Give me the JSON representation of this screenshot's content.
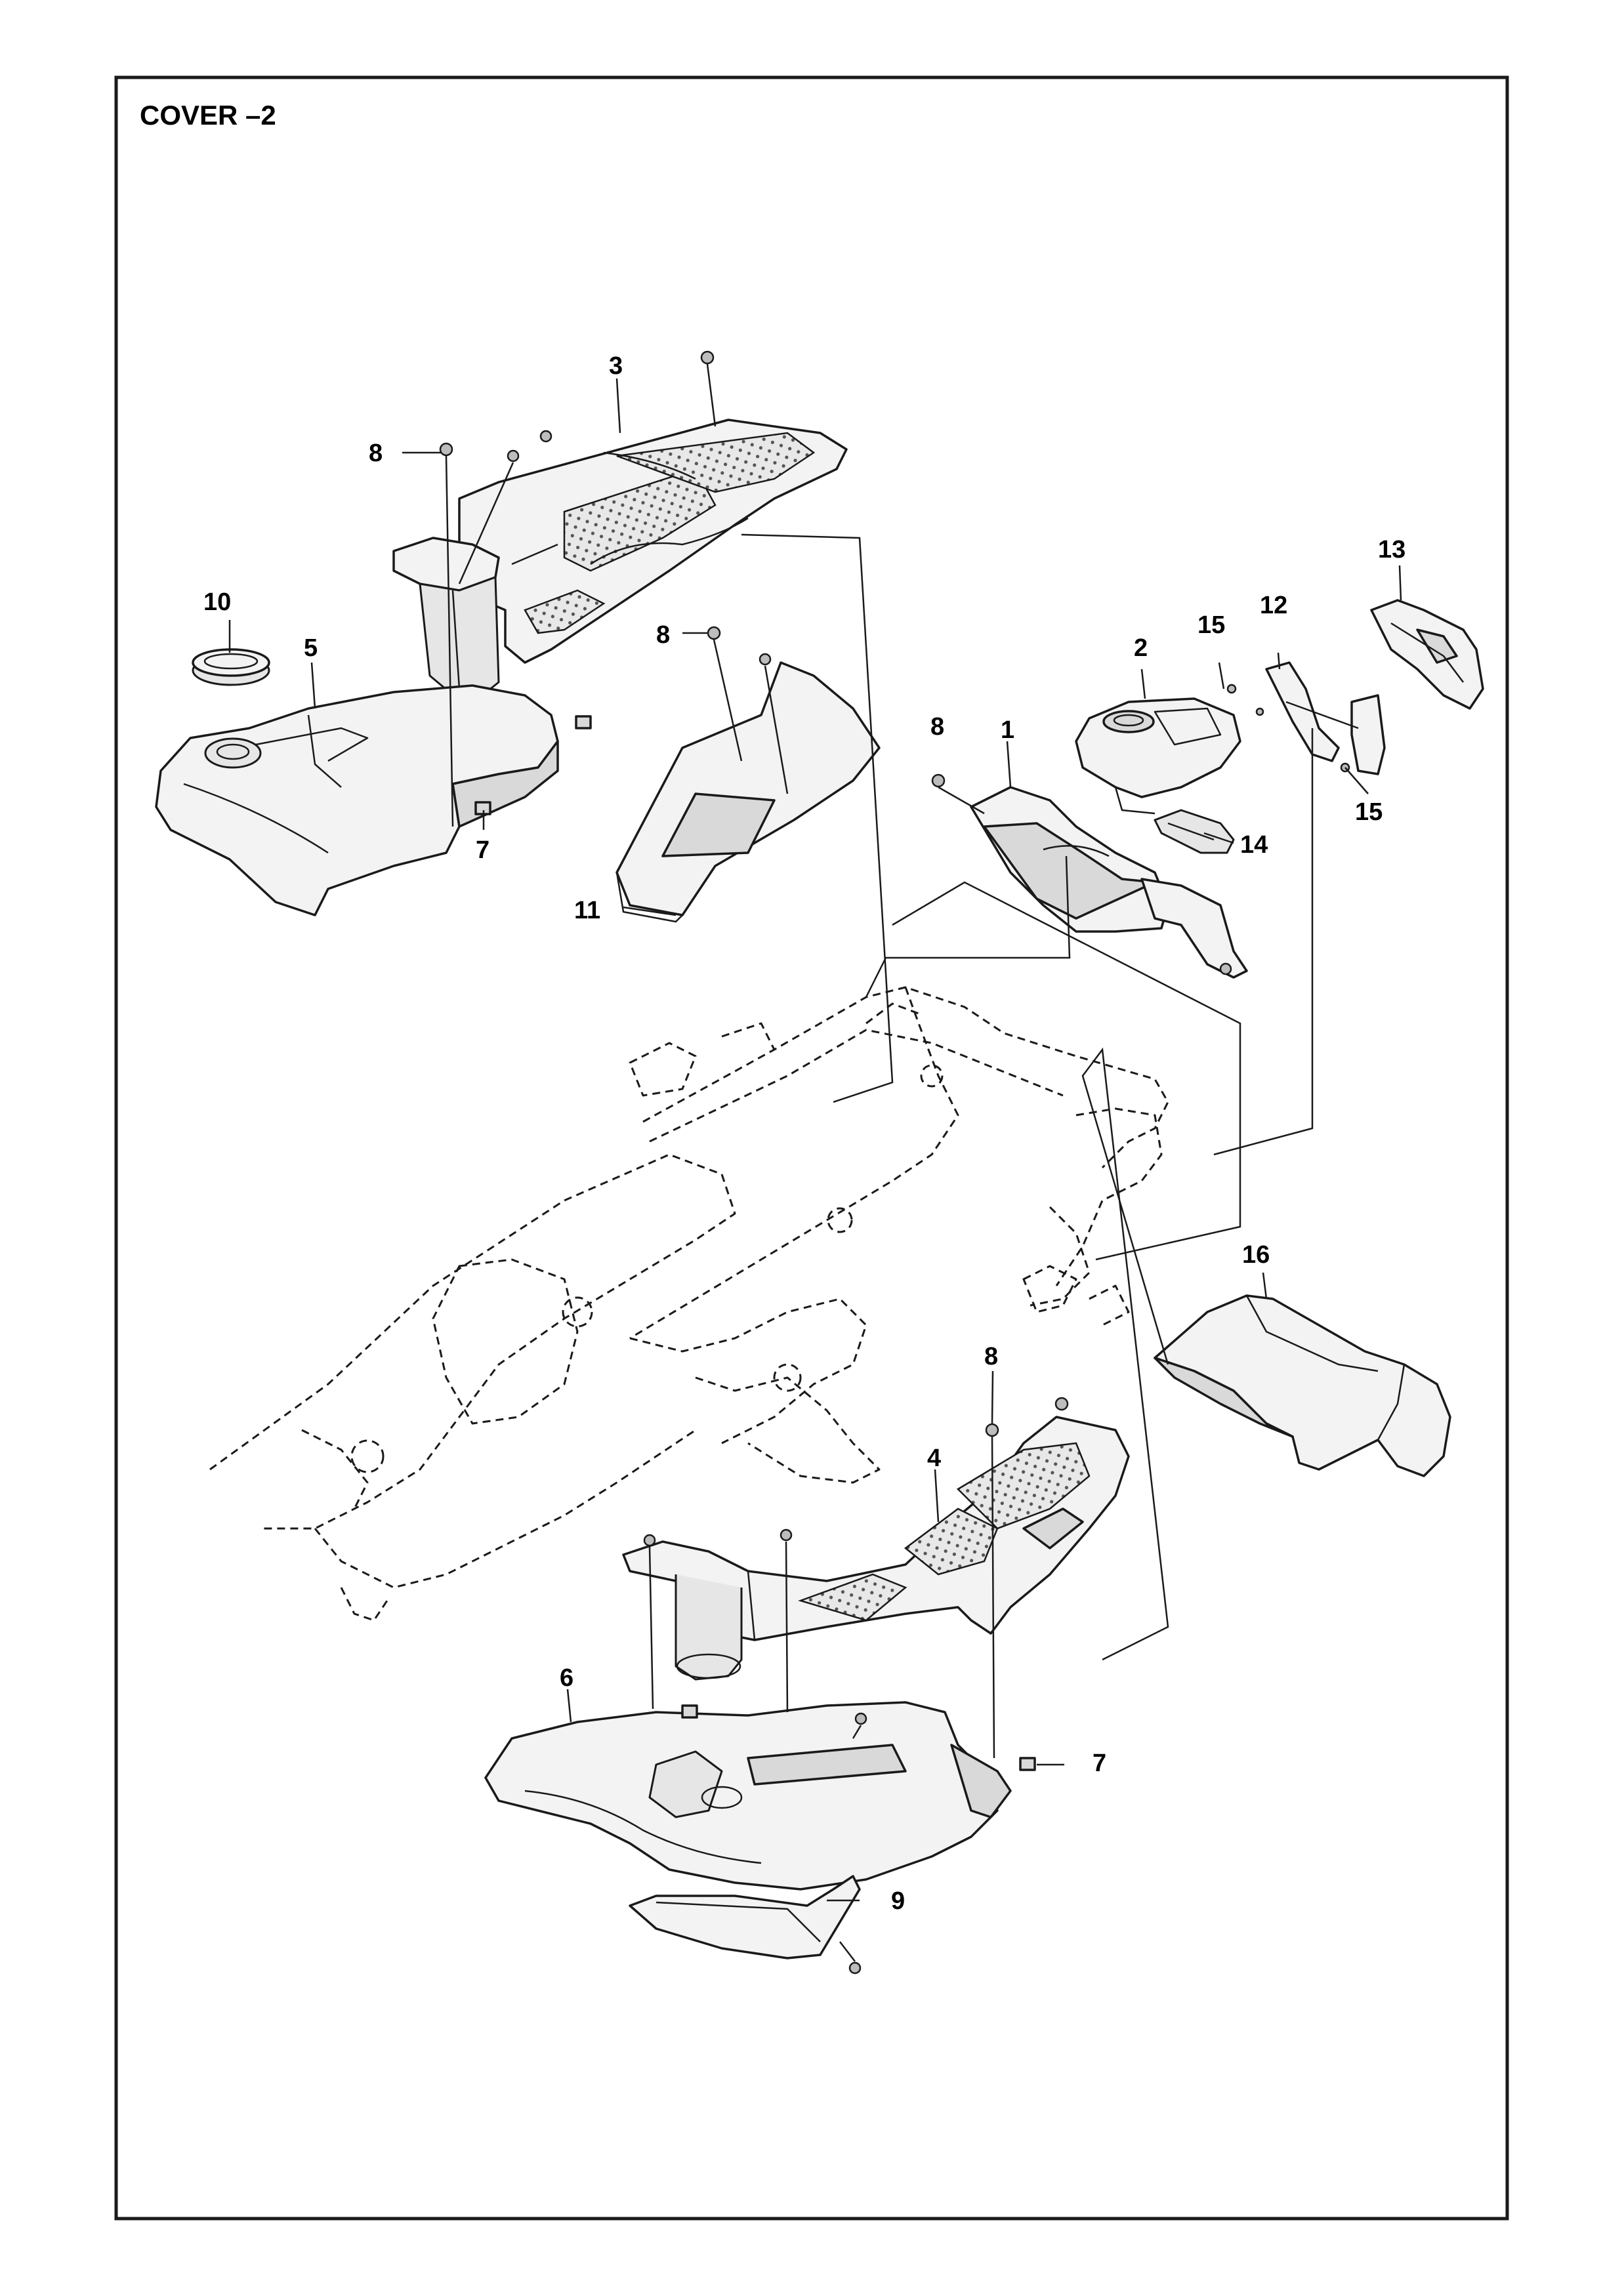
{
  "title": "COVER –2",
  "callouts": {
    "c1": "1",
    "c2": "2",
    "c3": "3",
    "c4": "4",
    "c5": "5",
    "c6": "6",
    "c7a": "7",
    "c7b": "7",
    "c8a": "8",
    "c8b": "8",
    "c8c": "8",
    "c8d": "8",
    "c9": "9",
    "c10": "10",
    "c11": "11",
    "c12": "12",
    "c13": "13",
    "c14": "14",
    "c15a": "15",
    "c15b": "15",
    "c16": "16"
  },
  "colors": {
    "line": "#1a1a1a",
    "part_fill": "#f3f3f3",
    "shade_fill": "#d9d9d9"
  }
}
